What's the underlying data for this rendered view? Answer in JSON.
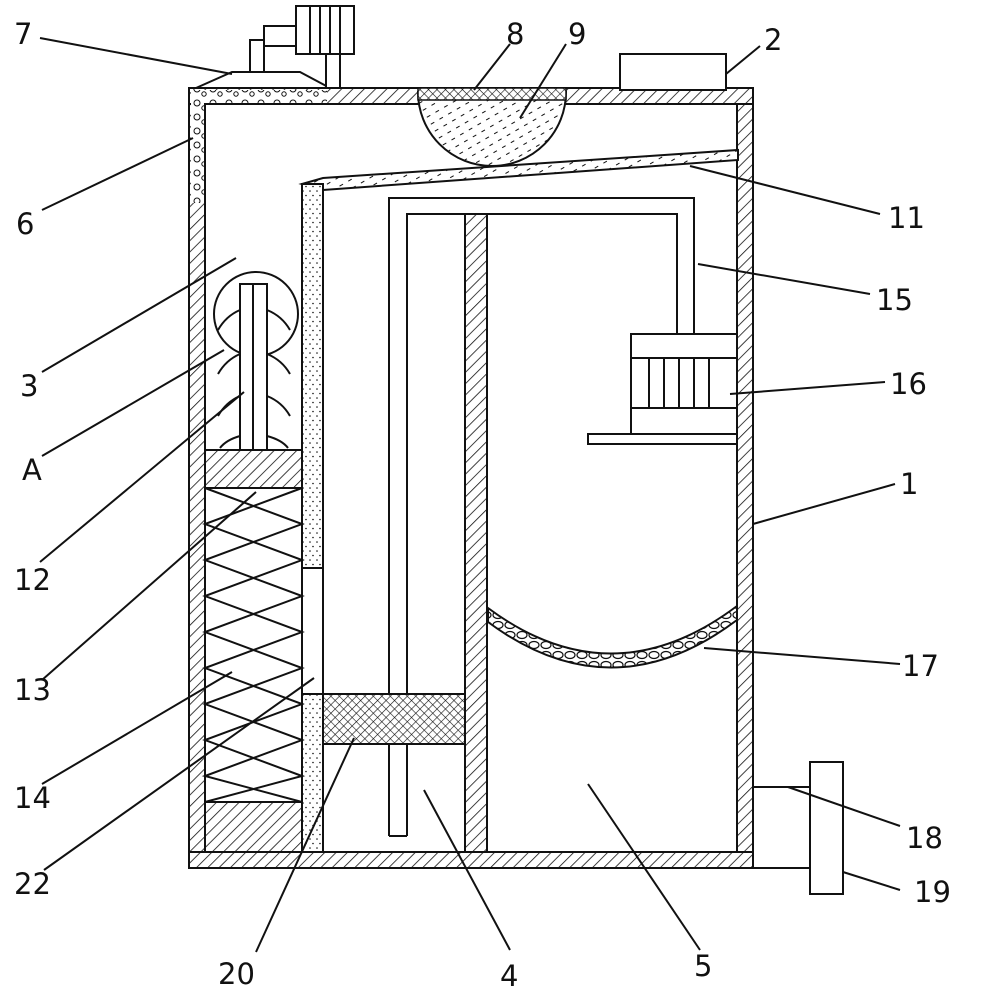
{
  "figure": {
    "kind": "patent-cross-section",
    "colors": {
      "line": "#111111",
      "background": "#ffffff"
    }
  },
  "labels": {
    "l1": "1",
    "l2": "2",
    "l3": "3",
    "l4": "4",
    "l5": "5",
    "l6": "6",
    "l7": "7",
    "l8": "8",
    "l9": "9",
    "l11": "11",
    "l12": "12",
    "l13": "13",
    "l14": "14",
    "l15": "15",
    "l16": "16",
    "l17": "17",
    "l18": "18",
    "l19": "19",
    "l20": "20",
    "l22": "22",
    "lA": "A"
  }
}
